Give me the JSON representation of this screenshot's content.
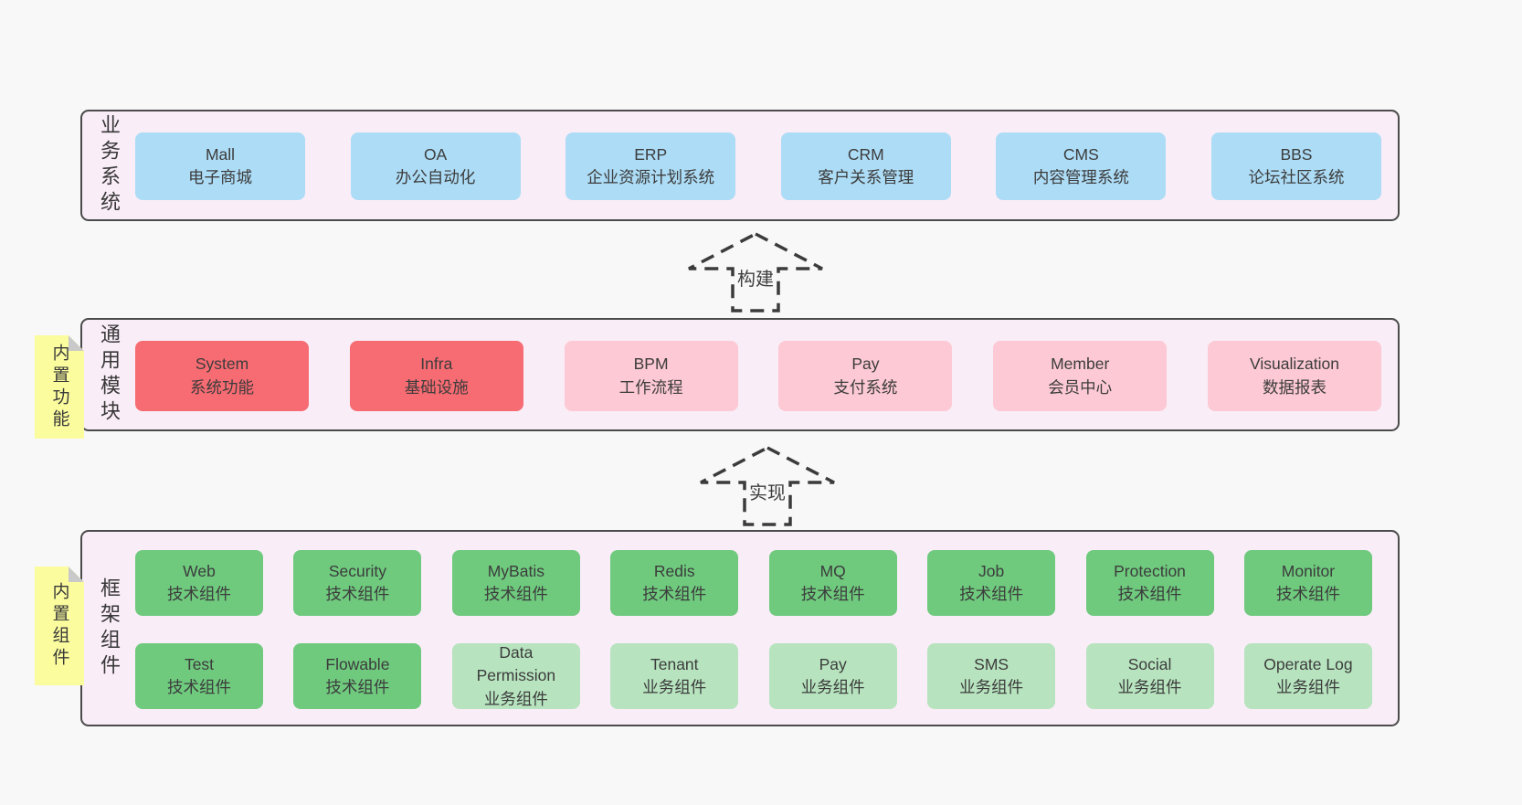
{
  "colors": {
    "page_bg": "#f8f8f8",
    "layer_bg": "#f9edf7",
    "layer_border": "#4b4b4b",
    "blue_box": "#addcf6",
    "red_box": "#f76b72",
    "pink_box": "#fcc9d4",
    "green_box": "#6fca7e",
    "light_green_box": "#b7e4bf",
    "sticky_note_yellow": "#fbfc9e",
    "fold_gray": "#c9c9c9",
    "text": "#3c3c3c"
  },
  "arrows": [
    {
      "label": "构建"
    },
    {
      "label": "实现"
    }
  ],
  "layers": [
    {
      "label": "业务系统",
      "rows": [
        [
          {
            "title": "Mall",
            "subtitle": "电子商城"
          },
          {
            "title": "OA",
            "subtitle": "办公自动化"
          },
          {
            "title": "ERP",
            "subtitle": "企业资源计划系统"
          },
          {
            "title": "CRM",
            "subtitle": "客户关系管理"
          },
          {
            "title": "CMS",
            "subtitle": "内容管理系统"
          },
          {
            "title": "BBS",
            "subtitle": "论坛社区系统"
          }
        ]
      ]
    },
    {
      "label": "通用模块",
      "tag": "内置功能",
      "rows": [
        [
          {
            "title": "System",
            "subtitle": "系统功能"
          },
          {
            "title": "Infra",
            "subtitle": "基础设施"
          },
          {
            "title": "BPM",
            "subtitle": "工作流程"
          },
          {
            "title": "Pay",
            "subtitle": "支付系统"
          },
          {
            "title": "Member",
            "subtitle": "会员中心"
          },
          {
            "title": "Visualization",
            "subtitle": "数据报表"
          }
        ]
      ]
    },
    {
      "label": "框架组件",
      "tag": "内置组件",
      "rows": [
        [
          {
            "title": "Web",
            "subtitle": "技术组件"
          },
          {
            "title": "Security",
            "subtitle": "技术组件"
          },
          {
            "title": "MyBatis",
            "subtitle": "技术组件"
          },
          {
            "title": "Redis",
            "subtitle": "技术组件"
          },
          {
            "title": "MQ",
            "subtitle": "技术组件"
          },
          {
            "title": "Job",
            "subtitle": "技术组件"
          },
          {
            "title": "Protection",
            "subtitle": "技术组件"
          },
          {
            "title": "Monitor",
            "subtitle": "技术组件"
          }
        ],
        [
          {
            "title": "Test",
            "subtitle": "技术组件"
          },
          {
            "title": "Flowable",
            "subtitle": "技术组件"
          },
          {
            "title": "Data Permission",
            "subtitle": "业务组件"
          },
          {
            "title": "Tenant",
            "subtitle": "业务组件"
          },
          {
            "title": "Pay",
            "subtitle": "业务组件"
          },
          {
            "title": "SMS",
            "subtitle": "业务组件"
          },
          {
            "title": "Social",
            "subtitle": "业务组件"
          },
          {
            "title": "Operate Log",
            "subtitle": "业务组件"
          }
        ]
      ]
    }
  ]
}
